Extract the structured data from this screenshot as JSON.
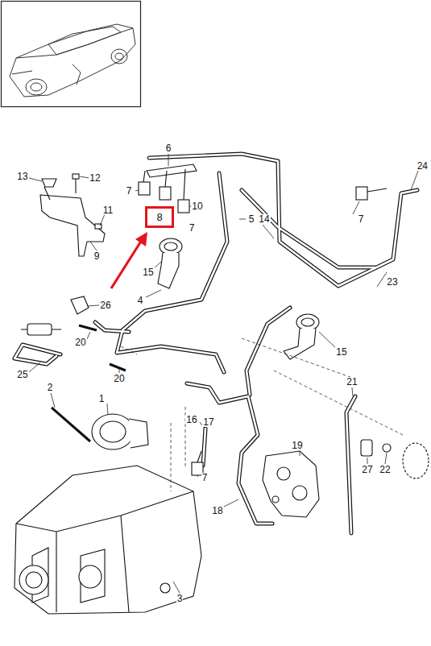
{
  "diagram": {
    "nodes": [
      {
        "text": [
          "8"
        ]
      }
    ],
    "labels": [
      "6",
      "13",
      "12",
      "24",
      "7",
      "10",
      "11",
      "7",
      "5",
      "14",
      "7",
      "9",
      "15",
      "23",
      "4",
      "26",
      "20",
      "15",
      "25",
      "20",
      "21",
      "2",
      "1",
      "16",
      "17",
      "19",
      "27",
      "22",
      "7",
      "18",
      "3"
    ]
  }
}
